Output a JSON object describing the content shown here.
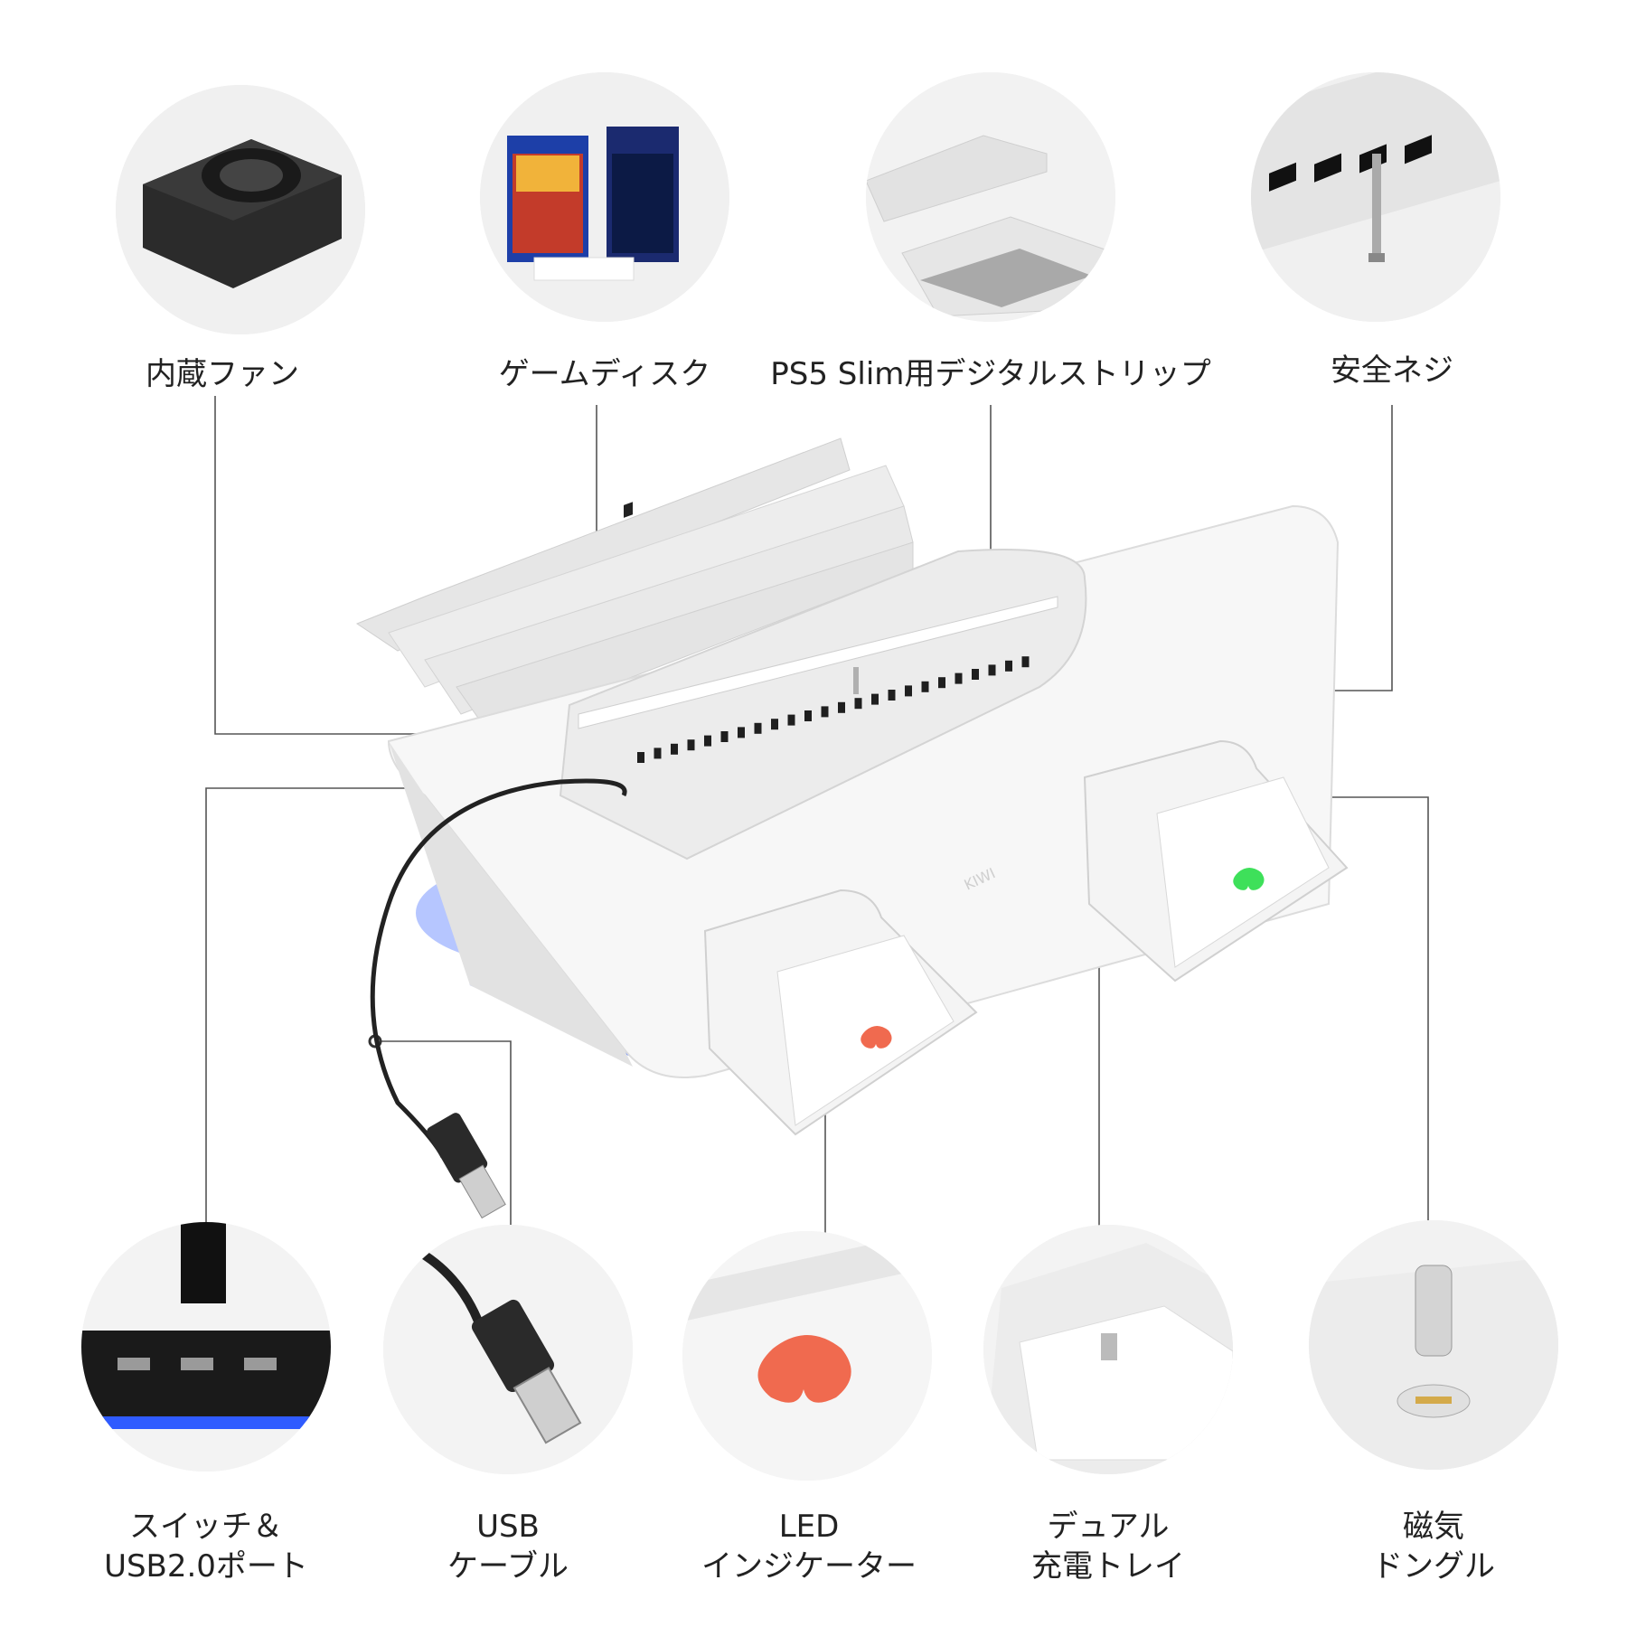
{
  "top_features": [
    {
      "label": "内蔵ファン",
      "icon": "cooling-fan-icon"
    },
    {
      "label": "ゲームディスク",
      "icon": "game-discs-icon"
    },
    {
      "label": "PS5 Slim用デジタルストリップ",
      "icon": "digital-strip-icon"
    },
    {
      "label": "安全ネジ",
      "icon": "safety-screw-icon"
    }
  ],
  "bottom_features": [
    {
      "line1": "スイッチ＆",
      "line2": "USB2.0ポート",
      "icon": "usb-ports-icon"
    },
    {
      "line1": "USB",
      "line2": "ケーブル",
      "icon": "usb-cable-icon"
    },
    {
      "line1": "LED",
      "line2": "インジケーター",
      "icon": "led-indicator-icon"
    },
    {
      "line1": "デュアル",
      "line2": "充電トレイ",
      "icon": "charging-tray-icon"
    },
    {
      "line1": "磁気",
      "line2": "ドングル",
      "icon": "magnetic-dongle-icon"
    }
  ],
  "product": {
    "brand_mark": "KIWI"
  },
  "colors": {
    "led_blue": "#2f5bff",
    "led_red": "#f06a4f",
    "led_green": "#3ee05a",
    "line": "#555555"
  }
}
